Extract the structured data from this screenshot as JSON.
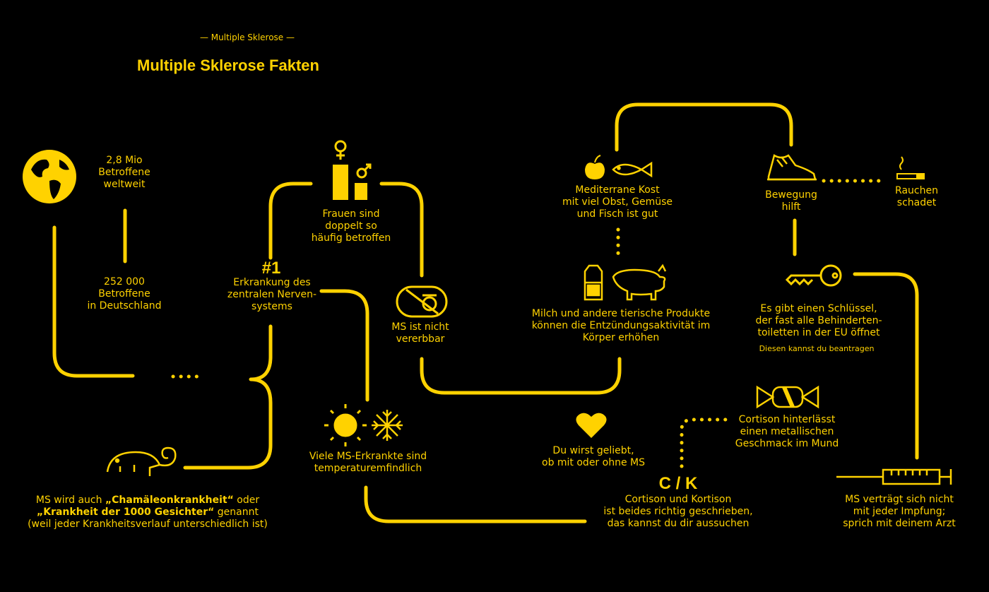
{
  "kicker": "— Multiple Sklerose —",
  "title": "Multiple Sklerose Fakten",
  "facts": {
    "world": "2,8 Mio\nBetroffene\nweltweit",
    "germany": "252 000\nBetroffene\nin Deutschland",
    "rank_number": "#1",
    "rank_text": "Erkrankung des\nzentralen Nerven-\nsystems",
    "women": "Frauen sind\ndoppelt so\nhäufig betroffen",
    "hereditary": "MS ist nicht\nvererbbar",
    "diet": "Mediterrane Kost\nmit viel Obst, Gemüse\nund Fisch ist gut",
    "animal": "Milch und andere tierische Produkte\nkönnen die Entzündungsaktivität im\nKörper erhöhen",
    "exercise": "Bewegung\nhilft",
    "smoking": "Rauchen\nschadet",
    "key": "Es gibt einen Schlüssel,\nder fast alle Behinderten-\ntoiletten in der EU öffnet",
    "key_note": "Diesen kannst du beantragen",
    "temperature": "Viele MS-Erkrankte sind\ntemperaturemfindlich",
    "love": "Du wirst geliebt,\nob mit oder ohne MS",
    "taste": "Cortison hinterlässt\neinen metallischen\nGeschmack im Mund",
    "ck_title": "C / K",
    "ck_text": "Cortison und Kortison\nist beides richtig geschrieben,\ndas kannst du dir aussuchen",
    "vaccine": "MS verträgt sich nicht\nmit jeder Impfung;\nsprich mit deinem Arzt",
    "chameleon_1": "MS wird auch ",
    "chameleon_b1": "„Chamäleonkrankheit“",
    "chameleon_2": " oder",
    "chameleon_b2": "„Krankheit der 1000 Gesichter“",
    "chameleon_3": " genannt",
    "chameleon_4": "(weil jeder Krankheitsverlauf unterschiedlich ist)"
  },
  "colors": {
    "accent": "#ffd200",
    "background": "#000000"
  },
  "icons": [
    "globe-icon",
    "female-symbol-icon",
    "male-symbol-icon",
    "dna-crossed-icon",
    "apple-icon",
    "fish-icon",
    "milk-carton-icon",
    "pig-icon",
    "sneaker-icon",
    "cigarette-icon",
    "key-icon",
    "sun-icon",
    "snowflake-icon",
    "heart-icon",
    "candy-icon",
    "syringe-icon",
    "chameleon-icon"
  ]
}
